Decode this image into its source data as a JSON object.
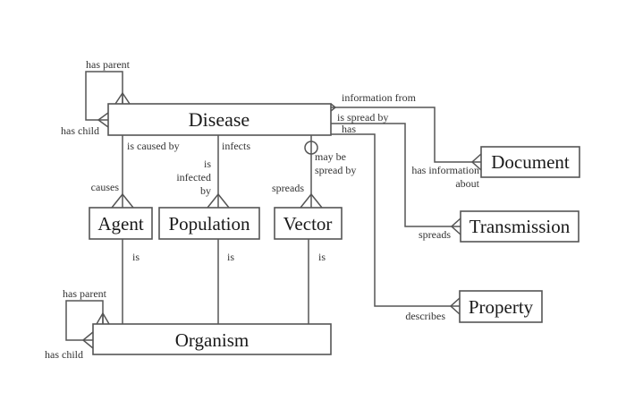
{
  "diagram": {
    "type": "entity-relationship",
    "entities": {
      "disease": "Disease",
      "document": "Document",
      "transmission": "Transmission",
      "property": "Property",
      "agent": "Agent",
      "population": "Population",
      "vector": "Vector",
      "organism": "Organism"
    },
    "relationships": {
      "disease_self": {
        "parent": "has parent",
        "child": "has child"
      },
      "organism_self": {
        "parent": "has parent",
        "child": "has child"
      },
      "disease_agent": {
        "from": "is caused by",
        "to": "causes"
      },
      "disease_population": {
        "from": "infects",
        "to_lines": [
          "is",
          "infected",
          "by"
        ]
      },
      "disease_vector": {
        "from_lines": [
          "may be",
          "spread by"
        ],
        "to": "spreads"
      },
      "disease_document": {
        "from": "information from",
        "to_lines": [
          "has information",
          "about"
        ]
      },
      "disease_transmission": {
        "from": "is spread by",
        "to": "spreads"
      },
      "disease_property": {
        "from": "has",
        "to": "describes"
      },
      "agent_organism": "is",
      "population_organism": "is",
      "vector_organism": "is"
    }
  }
}
